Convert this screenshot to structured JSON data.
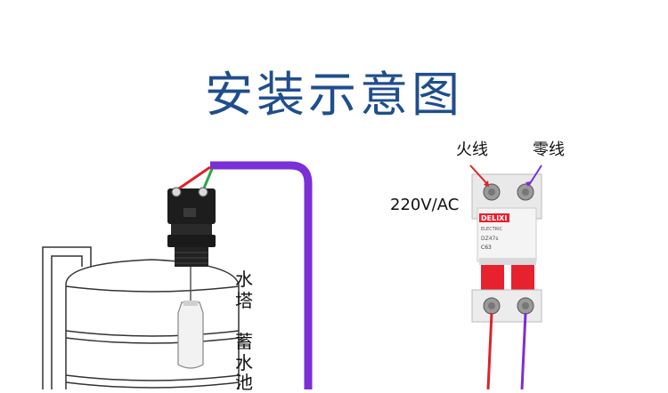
{
  "title": "安装示意图",
  "labels": {
    "fire_wire": "火线",
    "neutral_wire": "零线",
    "voltage": "220V/AC",
    "water_tower_1": "水",
    "water_tower_2": "塔",
    "reservoir_1": "蓄",
    "reservoir_2": "水",
    "reservoir_3": "池"
  },
  "breaker": {
    "brand": "DELIXI",
    "sub_brand": "ELECTRIC",
    "model": "DZ47s",
    "rating": "C63"
  },
  "colors": {
    "title": "#1f4e8c",
    "purple_wire": "#7b2fd6",
    "red_wire": "#e0212b",
    "green_wire": "#2aa84a",
    "breaker_red": "#e8212e"
  }
}
